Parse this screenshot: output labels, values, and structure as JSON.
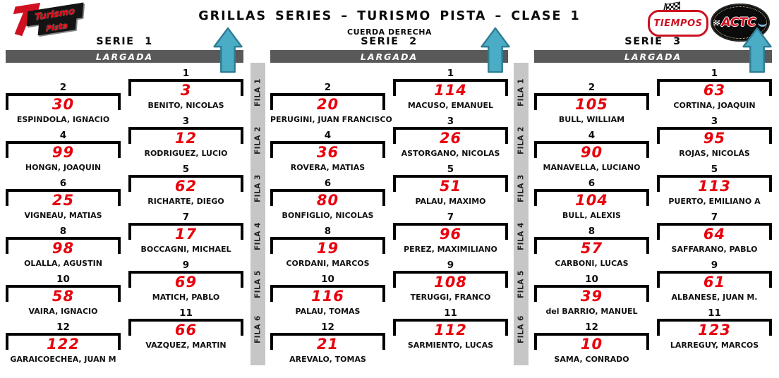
{
  "page": {
    "title": "GRILLAS SERIES – TURISMO PISTA – CLASE 1",
    "subtitle": "CUERDA DERECHA"
  },
  "logos": {
    "turismo_pista_line1": "Turismo",
    "turismo_pista_line2": "Pista",
    "tiempos": "TIEMPOS",
    "actc": "ACTC"
  },
  "labels": {
    "largada": "LARGADA"
  },
  "filas": [
    "FILA 1",
    "FILA 2",
    "FILA 3",
    "FILA 4",
    "FILA 5",
    "FILA 6"
  ],
  "colors": {
    "car_number_red": "#e8000d",
    "largada_bar_gray": "#595959",
    "fila_bar_gray": "#c6c6c6",
    "arrow_fill": "#4bacc6",
    "arrow_stroke": "#2e7d93"
  },
  "series": [
    {
      "name": "SERIE 1",
      "right_col": [
        {
          "pos": "1",
          "num": "3",
          "driver": "BENITO, NICOLAS"
        },
        {
          "pos": "3",
          "num": "12",
          "driver": "RODRIGUEZ, LUCIO"
        },
        {
          "pos": "5",
          "num": "62",
          "driver": "RICHARTE, DIEGO"
        },
        {
          "pos": "7",
          "num": "17",
          "driver": "BOCCAGNI, MICHAEL"
        },
        {
          "pos": "9",
          "num": "69",
          "driver": "MATICH, PABLO"
        },
        {
          "pos": "11",
          "num": "66",
          "driver": "VAZQUEZ, MARTIN"
        }
      ],
      "left_col": [
        {
          "pos": "2",
          "num": "30",
          "driver": "ESPINDOLA, IGNACIO"
        },
        {
          "pos": "4",
          "num": "99",
          "driver": "HONGN, JOAQUIN"
        },
        {
          "pos": "6",
          "num": "25",
          "driver": "VIGNEAU, MATIAS"
        },
        {
          "pos": "8",
          "num": "98",
          "driver": "OLALLA, AGUSTIN"
        },
        {
          "pos": "10",
          "num": "58",
          "driver": "VAIRA, IGNACIO"
        },
        {
          "pos": "12",
          "num": "122",
          "driver": "GARAICOECHEA, JUAN M"
        }
      ]
    },
    {
      "name": "SERIE 2",
      "right_col": [
        {
          "pos": "1",
          "num": "114",
          "driver": "MACUSO, EMANUEL"
        },
        {
          "pos": "3",
          "num": "26",
          "driver": "ASTORGANO, NICOLAS"
        },
        {
          "pos": "5",
          "num": "51",
          "driver": "PALAU, MAXIMO"
        },
        {
          "pos": "7",
          "num": "96",
          "driver": "PEREZ, MAXIMILIANO"
        },
        {
          "pos": "9",
          "num": "108",
          "driver": "TERUGGI, FRANCO"
        },
        {
          "pos": "11",
          "num": "112",
          "driver": "SARMIENTO, LUCAS"
        }
      ],
      "left_col": [
        {
          "pos": "2",
          "num": "20",
          "driver": "PERUGINI, JUAN FRANCISCO"
        },
        {
          "pos": "4",
          "num": "36",
          "driver": "ROVERA, MATIAS"
        },
        {
          "pos": "6",
          "num": "80",
          "driver": "BONFIGLIO, NICOLAS"
        },
        {
          "pos": "8",
          "num": "19",
          "driver": "CORDANI, MARCOS"
        },
        {
          "pos": "10",
          "num": "116",
          "driver": "PALAU, TOMAS"
        },
        {
          "pos": "12",
          "num": "21",
          "driver": "AREVALO, TOMAS"
        }
      ]
    },
    {
      "name": "SERIE 3",
      "right_col": [
        {
          "pos": "1",
          "num": "63",
          "driver": "CORTINA, JOAQUIN"
        },
        {
          "pos": "3",
          "num": "95",
          "driver": "ROJAS, NICOLÁS"
        },
        {
          "pos": "5",
          "num": "113",
          "driver": "PUERTO, EMILIANO A"
        },
        {
          "pos": "7",
          "num": "64",
          "driver": "SAFFARANO, PABLO"
        },
        {
          "pos": "9",
          "num": "61",
          "driver": "ALBANESE, JUAN M."
        },
        {
          "pos": "11",
          "num": "123",
          "driver": "LARREGUY, MARCOS"
        }
      ],
      "left_col": [
        {
          "pos": "2",
          "num": "105",
          "driver": "BULL, WILLIAM"
        },
        {
          "pos": "4",
          "num": "90",
          "driver": "MANAVELLA, LUCIANO"
        },
        {
          "pos": "6",
          "num": "104",
          "driver": "BULL, ALEXIS"
        },
        {
          "pos": "8",
          "num": "57",
          "driver": "CARBONI, LUCAS"
        },
        {
          "pos": "10",
          "num": "39",
          "driver": "del BARRIO, MANUEL"
        },
        {
          "pos": "12",
          "num": "10",
          "driver": "SAMA, CONRADO"
        }
      ]
    }
  ]
}
